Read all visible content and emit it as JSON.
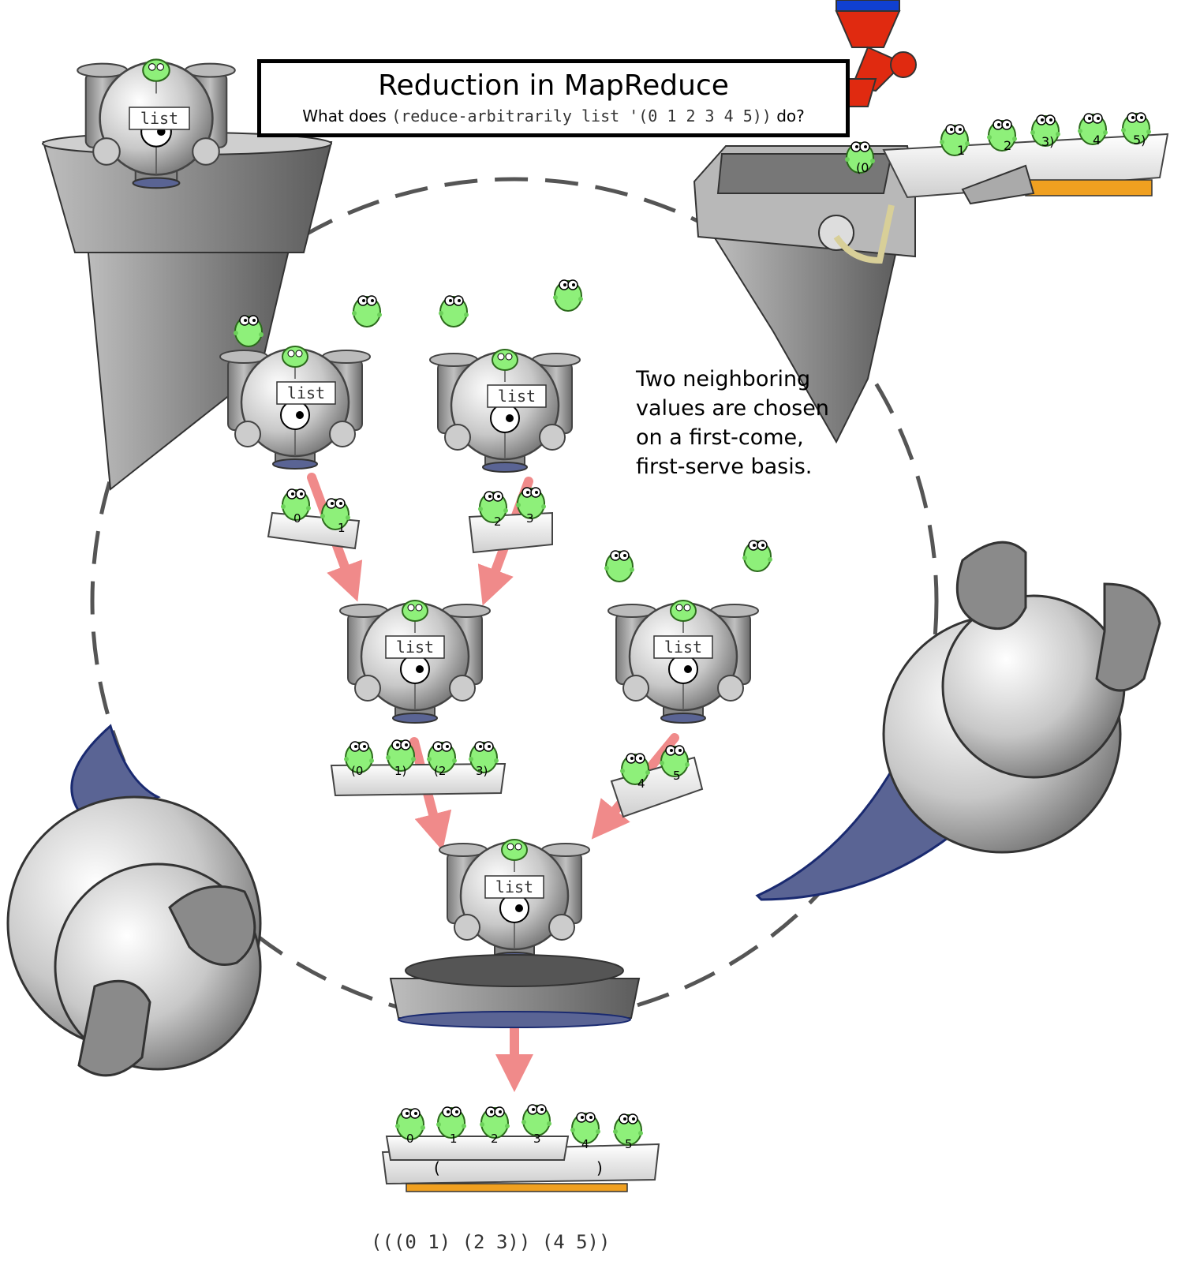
{
  "title": "Reduction in MapReduce",
  "question": {
    "prefix": "What does",
    "code": "(reduce-arbitrarily list '(0 1 2 3 4 5))",
    "suffix": "do?"
  },
  "robot_label": "list",
  "note_lines": [
    "Two neighboring",
    "values are chosen",
    "on a first-come,",
    "first-serve basis."
  ],
  "input_items": [
    "(0",
    "1",
    "2",
    "3)",
    "4",
    "5)"
  ],
  "pair_a": [
    "0",
    "1"
  ],
  "pair_b": [
    "2",
    "3"
  ],
  "pair_c": [
    "4",
    "5"
  ],
  "merged_ab": [
    "(0",
    "1)",
    "(2",
    "3)"
  ],
  "final_items": [
    "0",
    "1",
    "2",
    "3",
    "4",
    "5"
  ],
  "final_parens": [
    "(",
    ")"
  ],
  "result": "(((0 1) (2 3)) (4 5))",
  "colors": {
    "creature": "#8ef07a",
    "metal": "#c8c8c8",
    "dark_metal": "#8a8a8a",
    "navy": "#5a6494",
    "arrow": "#f08a8a",
    "crane_red": "#e02a10",
    "crane_blue": "#1040d0",
    "orange": "#f0a020"
  }
}
